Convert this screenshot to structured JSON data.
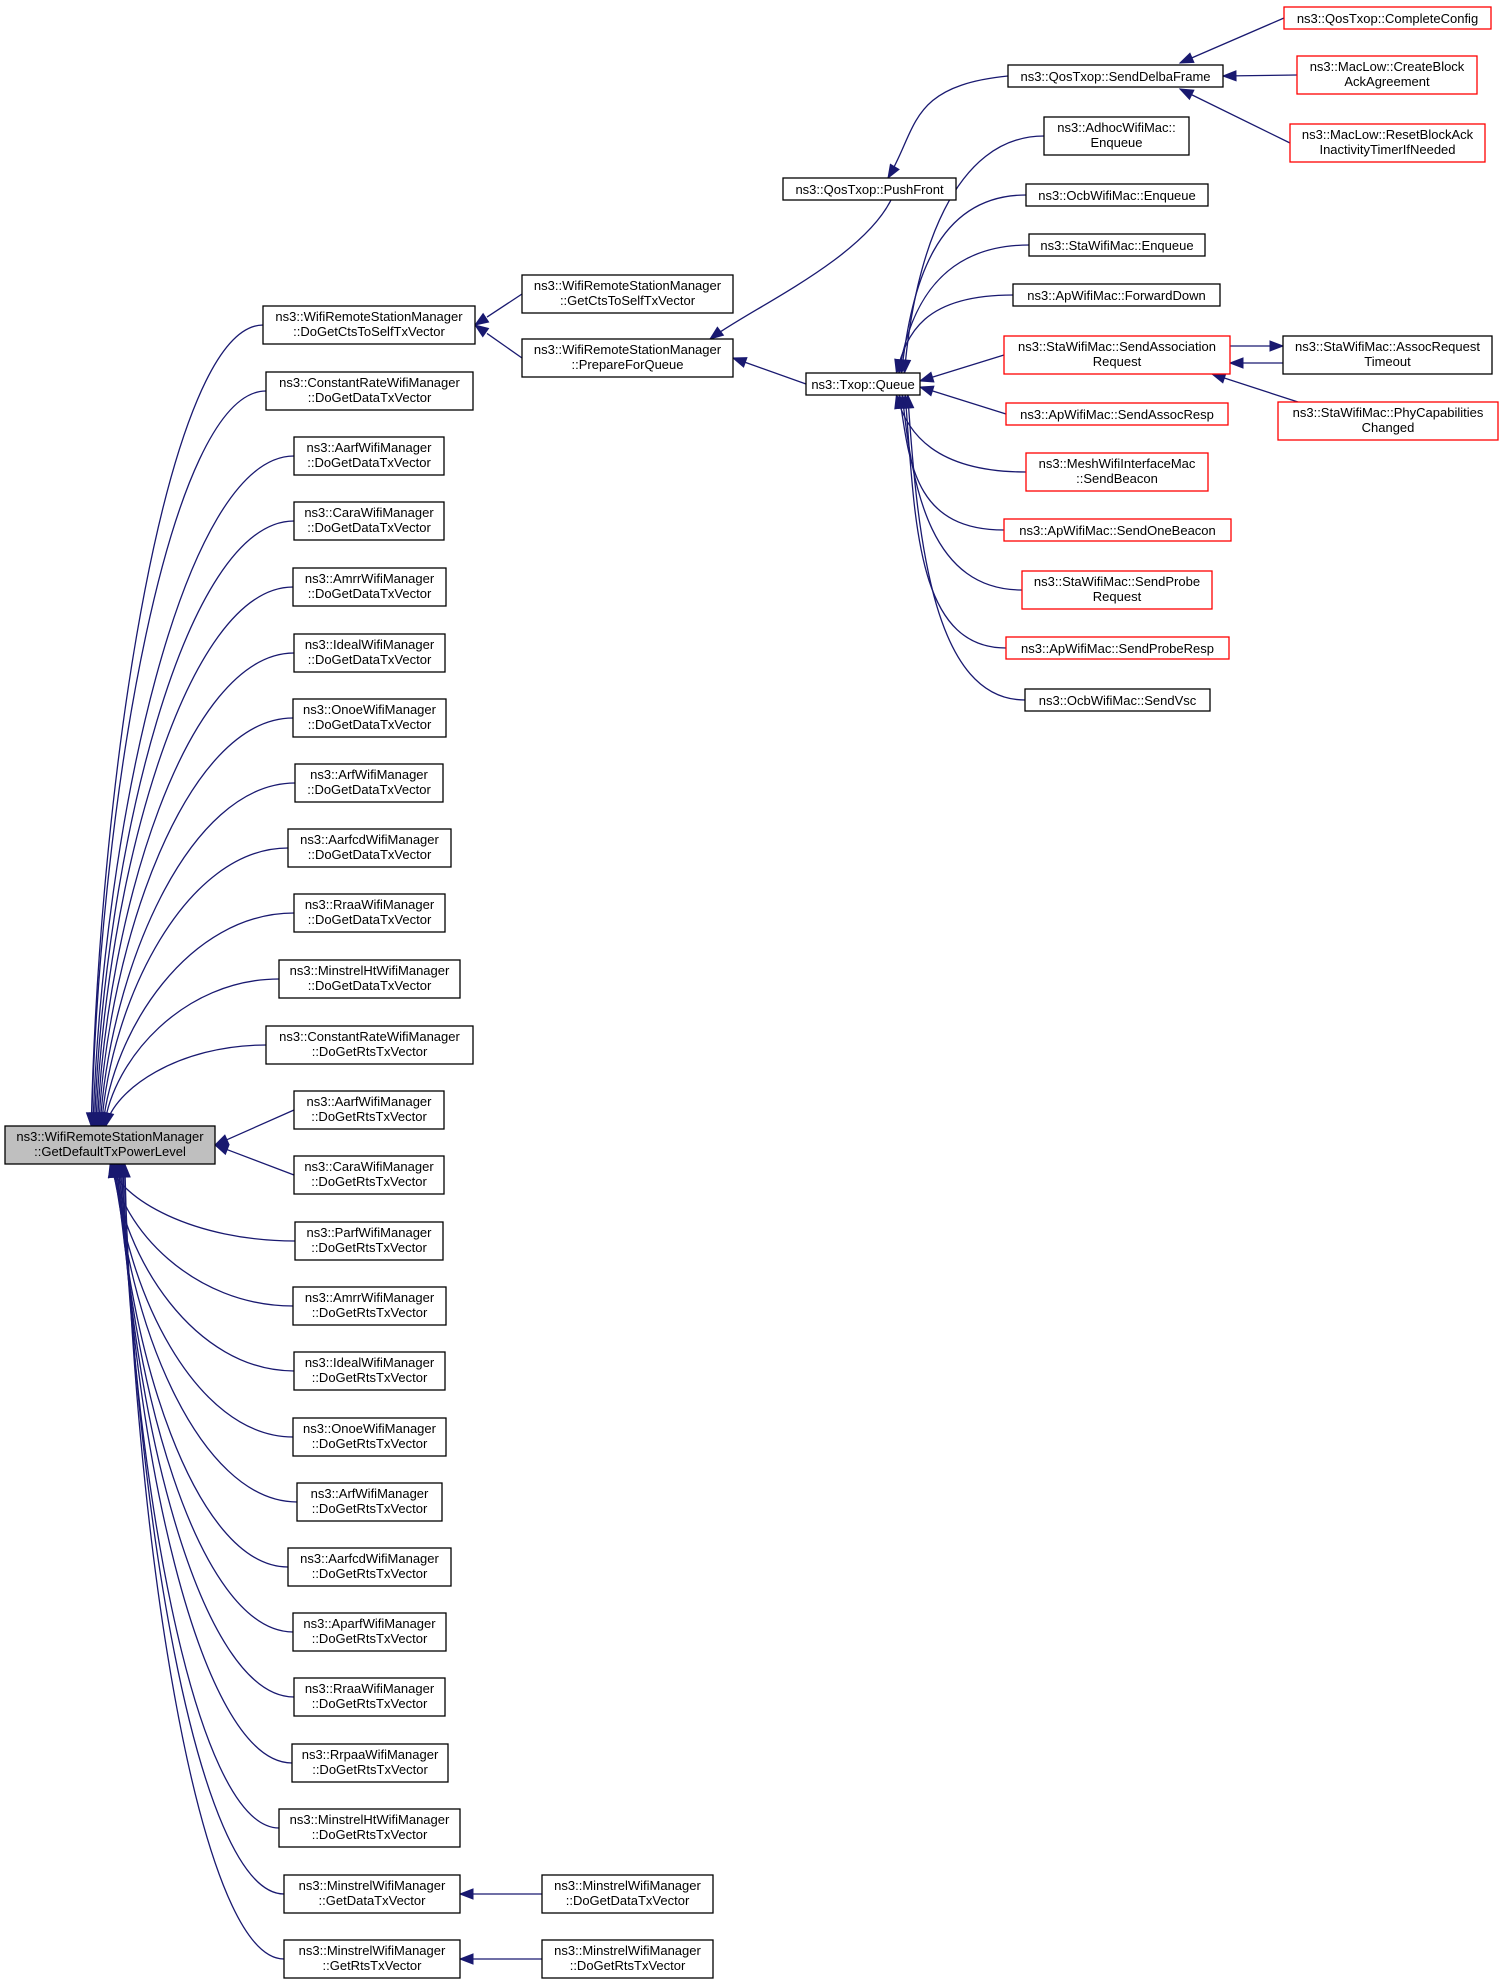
{
  "diagram": {
    "root": {
      "lines": [
        "ns3::WifiRemoteStationManager",
        "::GetDefaultTxPowerLevel"
      ]
    },
    "nodes": [
      {
        "id": "doGetCtsToSelf",
        "lines": [
          "ns3::WifiRemoteStationManager",
          "::DoGetCtsToSelfTxVector"
        ]
      },
      {
        "id": "getCtsToSelf",
        "lines": [
          "ns3::WifiRemoteStationManager",
          "::GetCtsToSelfTxVector"
        ]
      },
      {
        "id": "prepareForQueue",
        "lines": [
          "ns3::WifiRemoteStationManager",
          "::PrepareForQueue"
        ]
      },
      {
        "id": "txopQueue",
        "lines": [
          "ns3::Txop::Queue"
        ]
      },
      {
        "id": "pushFront",
        "lines": [
          "ns3::QosTxop::PushFront"
        ]
      },
      {
        "id": "sendDelba",
        "lines": [
          "ns3::QosTxop::SendDelbaFrame"
        ]
      },
      {
        "id": "completeConfig",
        "lines": [
          "ns3::QosTxop::CompleteConfig"
        ]
      },
      {
        "id": "createBlockAck",
        "lines": [
          "ns3::MacLow::CreateBlock",
          "AckAgreement"
        ]
      },
      {
        "id": "resetBlockAck",
        "lines": [
          "ns3::MacLow::ResetBlockAck",
          "InactivityTimerIfNeeded"
        ]
      },
      {
        "id": "adhocEnqueue",
        "lines": [
          "ns3::AdhocWifiMac::",
          "Enqueue"
        ]
      },
      {
        "id": "ocbEnqueue",
        "lines": [
          "ns3::OcbWifiMac::Enqueue"
        ]
      },
      {
        "id": "staEnqueue",
        "lines": [
          "ns3::StaWifiMac::Enqueue"
        ]
      },
      {
        "id": "apForwardDown",
        "lines": [
          "ns3::ApWifiMac::ForwardDown"
        ]
      },
      {
        "id": "sendAssocReq",
        "lines": [
          "ns3::StaWifiMac::SendAssociation",
          "Request"
        ]
      },
      {
        "id": "assocReqTimeout",
        "lines": [
          "ns3::StaWifiMac::AssocRequest",
          "Timeout"
        ]
      },
      {
        "id": "phyCapChanged",
        "lines": [
          "ns3::StaWifiMac::PhyCapabilities",
          "Changed"
        ]
      },
      {
        "id": "sendAssocResp",
        "lines": [
          "ns3::ApWifiMac::SendAssocResp"
        ]
      },
      {
        "id": "meshSendBeacon",
        "lines": [
          "ns3::MeshWifiInterfaceMac",
          "::SendBeacon"
        ]
      },
      {
        "id": "sendOneBeacon",
        "lines": [
          "ns3::ApWifiMac::SendOneBeacon"
        ]
      },
      {
        "id": "sendProbeReq",
        "lines": [
          "ns3::StaWifiMac::SendProbe",
          "Request"
        ]
      },
      {
        "id": "sendProbeResp",
        "lines": [
          "ns3::ApWifiMac::SendProbeResp"
        ]
      },
      {
        "id": "ocbSendVsc",
        "lines": [
          "ns3::OcbWifiMac::SendVsc"
        ]
      },
      {
        "id": "constDataTx",
        "lines": [
          "ns3::ConstantRateWifiManager",
          "::DoGetDataTxVector"
        ]
      },
      {
        "id": "aarfDataTx",
        "lines": [
          "ns3::AarfWifiManager",
          "::DoGetDataTxVector"
        ]
      },
      {
        "id": "caraDataTx",
        "lines": [
          "ns3::CaraWifiManager",
          "::DoGetDataTxVector"
        ]
      },
      {
        "id": "amrrDataTx",
        "lines": [
          "ns3::AmrrWifiManager",
          "::DoGetDataTxVector"
        ]
      },
      {
        "id": "idealDataTx",
        "lines": [
          "ns3::IdealWifiManager",
          "::DoGetDataTxVector"
        ]
      },
      {
        "id": "onoeDataTx",
        "lines": [
          "ns3::OnoeWifiManager",
          "::DoGetDataTxVector"
        ]
      },
      {
        "id": "arfDataTx",
        "lines": [
          "ns3::ArfWifiManager",
          "::DoGetDataTxVector"
        ]
      },
      {
        "id": "aarfcdDataTx",
        "lines": [
          "ns3::AarfcdWifiManager",
          "::DoGetDataTxVector"
        ]
      },
      {
        "id": "rraaDataTx",
        "lines": [
          "ns3::RraaWifiManager",
          "::DoGetDataTxVector"
        ]
      },
      {
        "id": "minHtDataTx",
        "lines": [
          "ns3::MinstrelHtWifiManager",
          "::DoGetDataTxVector"
        ]
      },
      {
        "id": "constRtsTx",
        "lines": [
          "ns3::ConstantRateWifiManager",
          "::DoGetRtsTxVector"
        ]
      },
      {
        "id": "aarfRtsTx",
        "lines": [
          "ns3::AarfWifiManager",
          "::DoGetRtsTxVector"
        ]
      },
      {
        "id": "caraRtsTx",
        "lines": [
          "ns3::CaraWifiManager",
          "::DoGetRtsTxVector"
        ]
      },
      {
        "id": "parfRtsTx",
        "lines": [
          "ns3::ParfWifiManager",
          "::DoGetRtsTxVector"
        ]
      },
      {
        "id": "amrrRtsTx",
        "lines": [
          "ns3::AmrrWifiManager",
          "::DoGetRtsTxVector"
        ]
      },
      {
        "id": "idealRtsTx",
        "lines": [
          "ns3::IdealWifiManager",
          "::DoGetRtsTxVector"
        ]
      },
      {
        "id": "onoeRtsTx",
        "lines": [
          "ns3::OnoeWifiManager",
          "::DoGetRtsTxVector"
        ]
      },
      {
        "id": "arfRtsTx",
        "lines": [
          "ns3::ArfWifiManager",
          "::DoGetRtsTxVector"
        ]
      },
      {
        "id": "aarfcdRtsTx",
        "lines": [
          "ns3::AarfcdWifiManager",
          "::DoGetRtsTxVector"
        ]
      },
      {
        "id": "aparfRtsTx",
        "lines": [
          "ns3::AparfWifiManager",
          "::DoGetRtsTxVector"
        ]
      },
      {
        "id": "rraaRtsTx",
        "lines": [
          "ns3::RraaWifiManager",
          "::DoGetRtsTxVector"
        ]
      },
      {
        "id": "rrpaaRtsTx",
        "lines": [
          "ns3::RrpaaWifiManager",
          "::DoGetRtsTxVector"
        ]
      },
      {
        "id": "minHtRtsTx",
        "lines": [
          "ns3::MinstrelHtWifiManager",
          "::DoGetRtsTxVector"
        ]
      },
      {
        "id": "minGetDataTx",
        "lines": [
          "ns3::MinstrelWifiManager",
          "::GetDataTxVector"
        ]
      },
      {
        "id": "minGetRtsTx",
        "lines": [
          "ns3::MinstrelWifiManager",
          "::GetRtsTxVector"
        ]
      },
      {
        "id": "minDoGetDataTx",
        "lines": [
          "ns3::MinstrelWifiManager",
          "::DoGetDataTxVector"
        ]
      },
      {
        "id": "minDoGetRtsTx",
        "lines": [
          "ns3::MinstrelWifiManager",
          "::DoGetRtsTxVector"
        ]
      }
    ],
    "colors": {
      "edge": "#191970",
      "border": "#000000",
      "truncatedBorder": "#ff0000",
      "rootFill": "#bfbfbf"
    }
  }
}
